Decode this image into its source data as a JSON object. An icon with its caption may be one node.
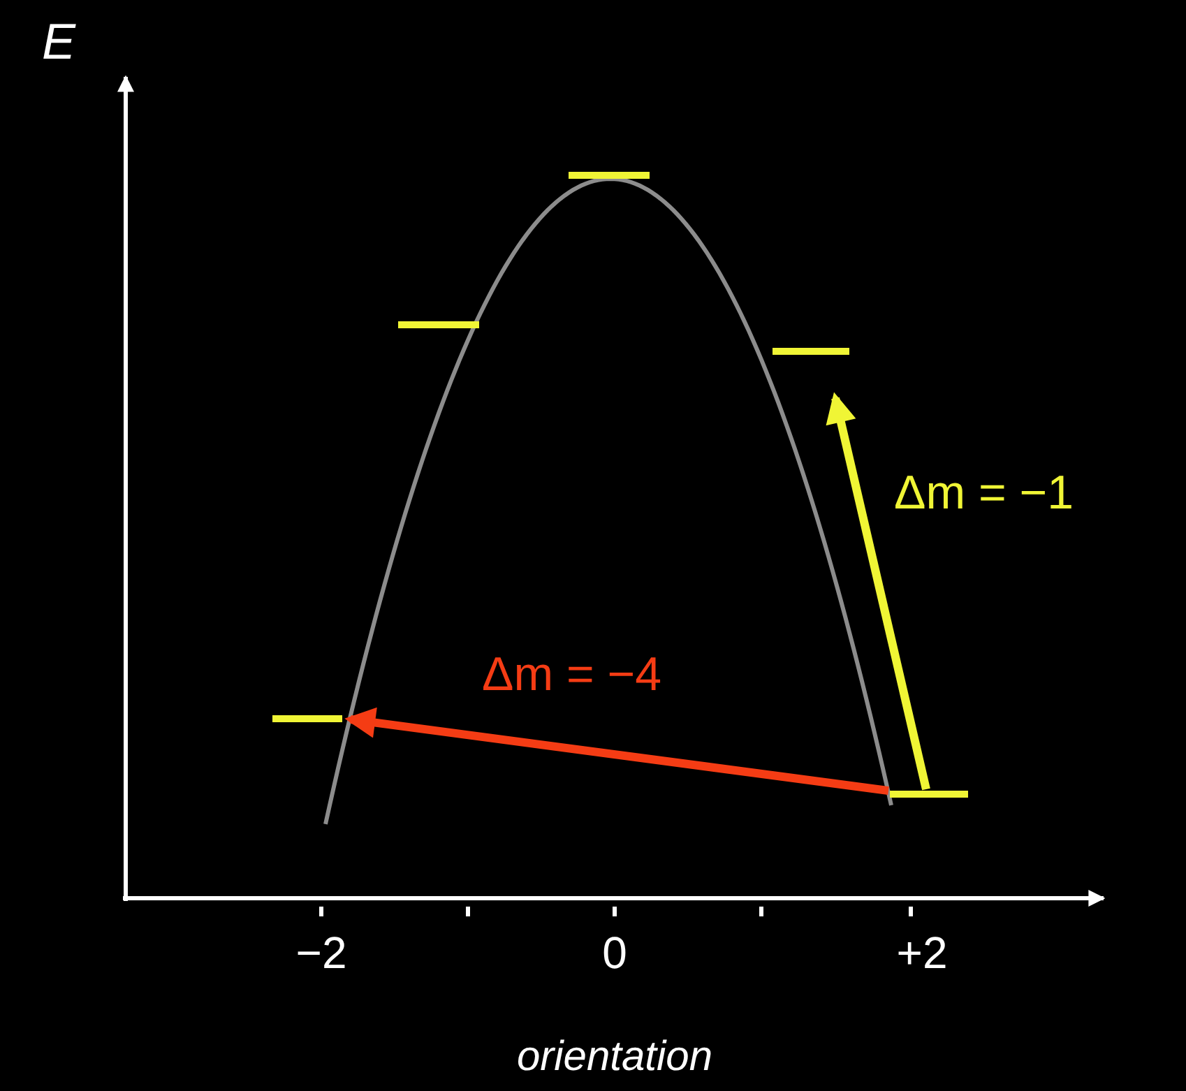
{
  "diagram": {
    "nodes": [
      {
        "text": [],
        "shape": "bar"
      },
      {
        "text": [],
        "shape": "bar"
      },
      {
        "text": [],
        "shape": "bar"
      },
      {
        "text": [],
        "shape": "bar"
      },
      {
        "text": [],
        "shape": "bar"
      }
    ],
    "edges": [
      {
        "from": 4,
        "to": 3,
        "arrow": "to",
        "label": "Δm = −1",
        "color": "#f0f535"
      },
      {
        "from": 4,
        "to": 0,
        "arrow": "to",
        "label": "Δm = −4",
        "color": "#f53c14"
      }
    ],
    "labels": [
      "E",
      "−2",
      "0",
      "+2",
      "orientation"
    ]
  }
}
